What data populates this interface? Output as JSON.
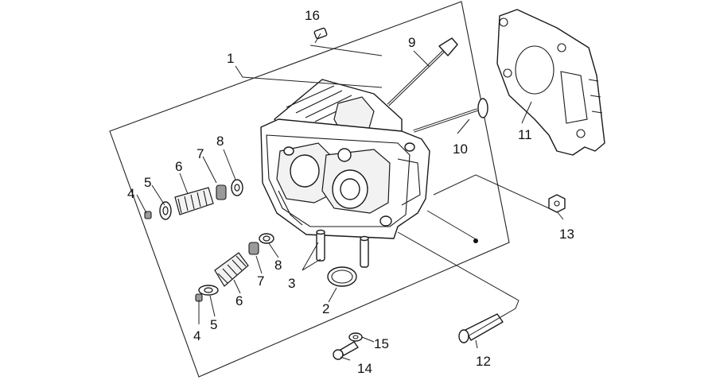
{
  "callouts": {
    "c1": "1",
    "c2": "2",
    "c3": "3",
    "c4a": "4",
    "c4b": "4",
    "c5a": "5",
    "c5b": "5",
    "c6a": "6",
    "c6b": "6",
    "c7a": "7",
    "c7b": "7",
    "c8a": "8",
    "c8b": "8",
    "c9": "9",
    "c10": "10",
    "c11": "11",
    "c12": "12",
    "c13": "13",
    "c14": "14",
    "c15": "15",
    "c16": "16"
  }
}
